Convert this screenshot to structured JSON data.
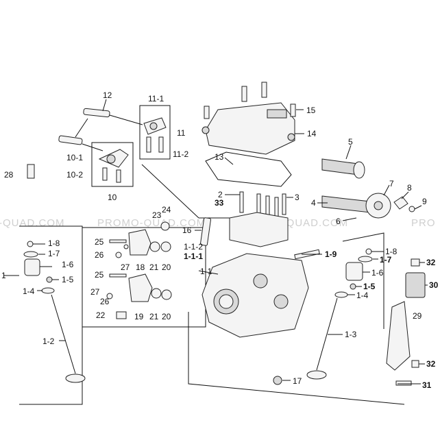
{
  "watermark": {
    "left": "-QUAD.COM",
    "center": "PROMO-QUAD.COM",
    "center2": "PROMO-QUAD.COM",
    "right": "PRO"
  },
  "labels": {
    "l1": "1",
    "l1_1": "1-1",
    "l1_1_1": "1-1-1",
    "l1_1_2": "1-1-2",
    "l1_2a": "1-2",
    "l1_3": "1-3",
    "l1_4a": "1-4",
    "l1_4b": "1-4",
    "l1_5a": "1-5",
    "l1_5b": "1-5",
    "l1_6a": "1-6",
    "l1_6b": "1-6",
    "l1_7a": "1-7",
    "l1_7b": "1-7",
    "l1_8a": "1-8",
    "l1_8b": "1-8",
    "l1_9": "1-9",
    "l2": "2",
    "l3": "3",
    "l4": "4",
    "l5": "5",
    "l6": "6",
    "l7": "7",
    "l8": "8",
    "l9": "9",
    "l10": "10",
    "l10_1": "10-1",
    "l10_2": "10-2",
    "l11": "11",
    "l11_1": "11-1",
    "l11_2": "11-2",
    "l12": "12",
    "l13": "13",
    "l14": "14",
    "l15": "15",
    "l16": "16",
    "l17": "17",
    "l18": "18",
    "l19": "19",
    "l20a": "20",
    "l20b": "20",
    "l21a": "21",
    "l21b": "21",
    "l22": "22",
    "l23": "23",
    "l24": "24",
    "l25a": "25",
    "l25b": "25",
    "l26a": "26",
    "l26b": "26",
    "l27a": "27",
    "l27b": "27",
    "l28": "28",
    "l29": "29",
    "l30": "30",
    "l31": "31",
    "l32a": "32",
    "l32b": "32",
    "l33": "33"
  }
}
